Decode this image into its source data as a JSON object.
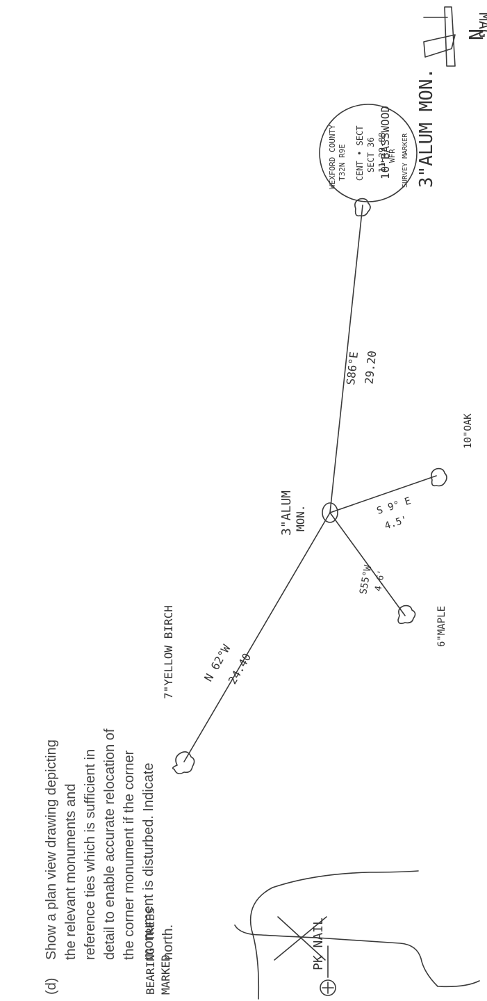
{
  "instruction": {
    "label": "(d)",
    "lines": [
      "Show a plan view drawing depicting",
      "the relevant monuments and",
      "reference ties which is sufficient in",
      "detail to enable accurate relocation of",
      "the corner monument if the corner",
      "monument is disturbed. Indicate",
      "north."
    ]
  },
  "north_arrow": {
    "n_label": "N",
    "mag_label": "MAG"
  },
  "monument_title": "3\"ALUM MON.",
  "monument_cap": {
    "top_line1": "WEXFORD COUNTY",
    "top_line2": "T32N R9E",
    "line1": "CENT • SECT",
    "line2": "SECT 36",
    "line3": "11-29-88",
    "line4": "WFR",
    "bottom": "SURVEY MARKER"
  },
  "center_monument": {
    "line1": "3\"ALUM",
    "line2": "MON."
  },
  "ties": [
    {
      "bearing": "N 62°W",
      "distance": "24.40",
      "target": "7\"YELLOW BIRCH"
    },
    {
      "bearing": "S55°W",
      "distance": "4.6'",
      "target": "6\"MAPLE"
    },
    {
      "bearing": "S 9° E",
      "distance": "4.5'",
      "target": "10\"OAK"
    },
    {
      "bearing": "S86°E",
      "distance": "29.20",
      "target": "10\"BASSWOOD"
    }
  ],
  "bearing_trees_note": {
    "line1": "BEARING TREES",
    "line2": "MARKED"
  },
  "pk_nail_label": "PK NAIL"
}
